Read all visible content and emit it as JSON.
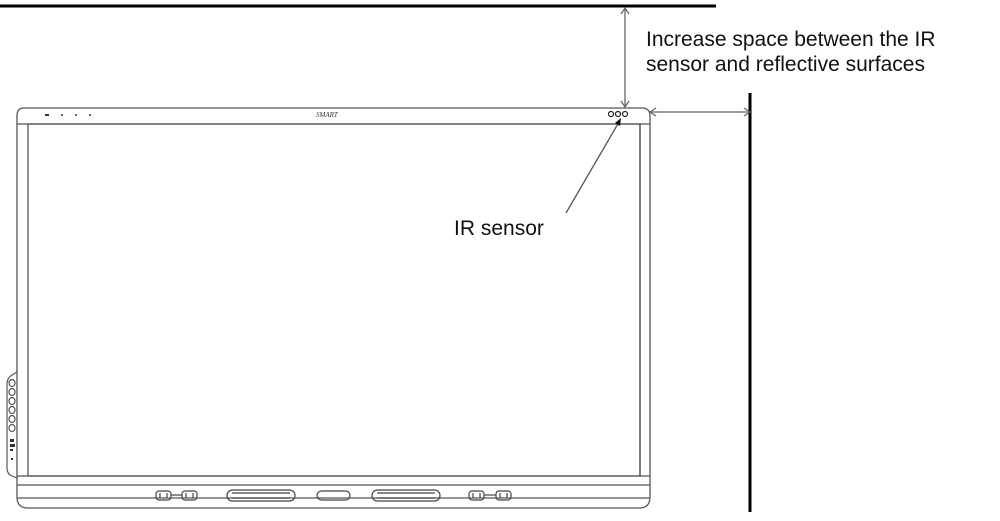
{
  "diagram": {
    "annotations": {
      "clearance_note_line1": "Increase space between the IR",
      "clearance_note_line2": "sensor and reflective surfaces",
      "sensor_label": "IR sensor"
    },
    "display": {
      "brand_logo": "SMART",
      "sensor_icon": "three-circle-ir-sensor",
      "front_buttons": [
        "pen-holder-left",
        "handle-left",
        "center-button",
        "handle-right",
        "pen-holder-right"
      ]
    },
    "surfaces": {
      "ceiling": "horizontal-surface-above",
      "wall": "vertical-surface-right"
    },
    "colors": {
      "line": "#000000",
      "outline": "#555555",
      "text": "#111111"
    }
  }
}
